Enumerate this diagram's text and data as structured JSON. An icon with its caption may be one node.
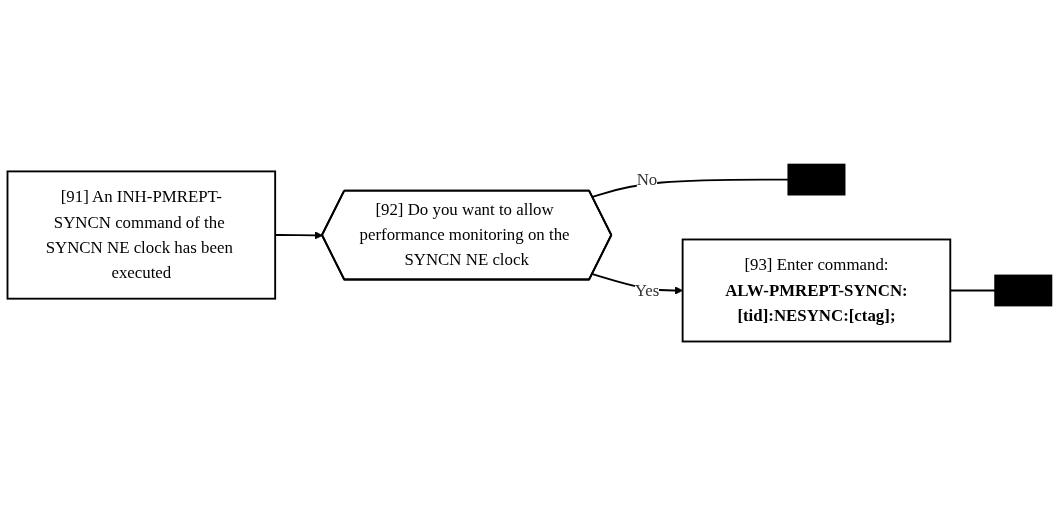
{
  "diagram": {
    "nodes": [
      {
        "text": [
          "[91] An INH-PMREPT-SYNCN command of the SYNCN NE clock has been executed"
        ]
      },
      {
        "text": [
          "[92] Do you want to allow performance monitoring on the SYNCN NE clock"
        ]
      },
      {
        "text": [],
        "shape": "bar"
      },
      {
        "text": [
          "[93] Enter command:",
          "ALW-PMREPT-SYNCN:[tid]:NESYNC:[ctag];"
        ]
      },
      {
        "text": [],
        "shape": "bar"
      }
    ],
    "edges": [
      {
        "from": 0,
        "to": 1,
        "arrow": "to"
      },
      {
        "from": 1,
        "to": 2,
        "arrow": "none",
        "label": "No"
      },
      {
        "from": 1,
        "to": 3,
        "arrow": "to",
        "label": "Yes"
      },
      {
        "from": 3,
        "to": 4,
        "arrow": "none"
      }
    ]
  }
}
